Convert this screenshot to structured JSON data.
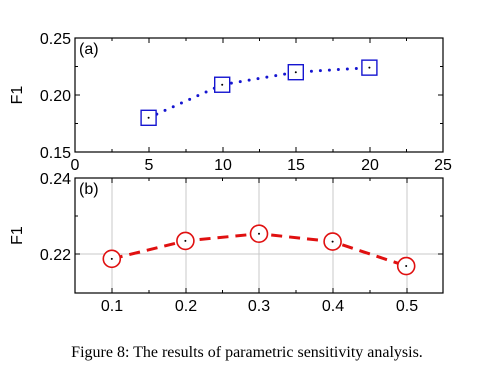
{
  "caption": "Figure 8: The results of parametric sensitivity analysis.",
  "chart_data": [
    {
      "type": "scatter",
      "panel_label": "(a)",
      "ylabel": "F1",
      "xlim": [
        0,
        25
      ],
      "ylim": [
        0.15,
        0.25
      ],
      "x_ticks": [
        "0",
        "5",
        "10",
        "15",
        "20",
        "25"
      ],
      "y_ticks": [
        "0.15",
        "0.20",
        "0.25"
      ],
      "grid": false,
      "color": "#1515d0",
      "marker": "square",
      "line_style": "dotted",
      "x": [
        5,
        10,
        15,
        20
      ],
      "values": [
        0.18,
        0.209,
        0.22,
        0.224
      ]
    },
    {
      "type": "scatter",
      "panel_label": "(b)",
      "ylabel": "F1",
      "xlim": [
        0.05,
        0.55
      ],
      "ylim": [
        0.208,
        0.24
      ],
      "x_ticks": [
        "0.1",
        "0.2",
        "0.3",
        "0.4",
        "0.5"
      ],
      "y_ticks": [
        "0.22",
        "0.24"
      ],
      "grid": true,
      "color": "#e01010",
      "marker": "circle",
      "line_style": "dashed",
      "x": [
        0.1,
        0.2,
        0.3,
        0.4,
        0.5
      ],
      "values": [
        0.2175,
        0.2225,
        0.2245,
        0.2223,
        0.2155
      ]
    }
  ]
}
